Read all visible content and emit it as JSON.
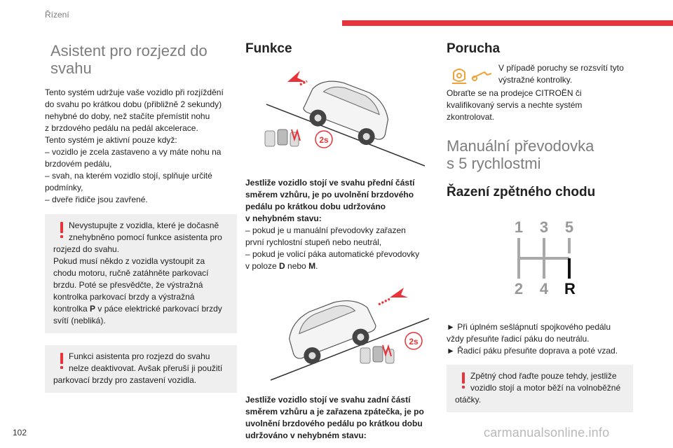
{
  "header": {
    "section": "Řízení",
    "page_number": "102"
  },
  "watermark": "carmanualsonline.info",
  "col1": {
    "title_lines": [
      "Asistent pro rozjezd do",
      "svahu"
    ],
    "intro_lines": [
      "Tento systém udržuje vaše vozidlo při rozjíždění",
      "do svahu po krátkou dobu (přibližně 2 sekundy)",
      "nehybné do doby, než stačíte přemístit nohu",
      "z brzdového pedálu na pedál akcelerace.",
      "Tento systém je aktivní pouze když:",
      "– vozidlo je zcela zastaveno a vy máte nohu na",
      "brzdovém pedálu,",
      "– svah, na kterém vozidlo stojí, splňuje určité",
      "podmínky,",
      "– dveře řidiče jsou zavřené."
    ],
    "warn1_lines": [
      "Nevystupujte z vozidla, které je dočasně",
      "znehybněno pomocí funkce asistenta pro",
      "rozjezd do svahu.",
      "Pokud musí někdo z vozidla vystoupit za",
      "chodu motoru, ručně zatáhněte parkovací",
      "brzdu. Poté se přesvědčte, že výstražná",
      "kontrolka parkovací brzdy a výstražná",
      "svítí (nebliká)."
    ],
    "warn1_line7": {
      "pre": "kontrolka ",
      "bold": "P",
      "post": " v páce elektrické parkovací brzdy"
    },
    "warn2_lines": [
      "Funkci asistenta pro rozjezd do svahu",
      "nelze deaktivovat. Avšak přeruší ji použití",
      "parkovací brzdy pro zastavení vozidla."
    ]
  },
  "col2": {
    "title": "Funkce",
    "badge": "2s",
    "bold1_lines": [
      "Jestliže vozidlo stojí ve svahu přední částí",
      "směrem vzhůru, je po uvolnění brzdového",
      "pedálu po krátkou dobu udržováno",
      "v nehybném stavu:"
    ],
    "list_lines": [
      "– pokud je u manuální převodovky zařazen",
      "první rychlostní stupeň nebo neutrál,",
      "– pokud je volicí páka automatické převodovky"
    ],
    "list_last": {
      "pre": "v poloze ",
      "b1": "D",
      "mid": " nebo ",
      "b2": "M",
      "post": "."
    },
    "bold2_lines": [
      "Jestliže vozidlo stojí ve svahu zadní částí",
      "směrem vzhůru a je zařazena zpátečka, je po",
      "uvolnění brzdového pedálu po krátkou dobu",
      "udržováno v nehybném stavu:"
    ]
  },
  "col3": {
    "title": "Porucha",
    "fault_lines": [
      "V případě poruchy se rozsvítí tyto",
      "výstražné kontrolky."
    ],
    "fault_more": [
      "Obraťte se na prodejce CITROËN či",
      "kvalifikovaný servis a nechte systém",
      "zkontrolovat."
    ],
    "title2_lines": [
      "Manuální převodovka",
      "s 5 rychlostmi"
    ],
    "title3": "Řazení zpětného chodu",
    "gears": {
      "g1": "1",
      "g3": "3",
      "g5": "5",
      "g2": "2",
      "g4": "4",
      "gR": "R"
    },
    "steps": [
      "► Při úplném sešlápnutí spojkového pedálu",
      "vždy přesuňte řadicí páku do neutrálu.",
      "► Řadicí páku přesuňte doprava a poté vzad."
    ],
    "warn_lines": [
      "Zpětný chod řaďte pouze tehdy, jestliže",
      "vozidlo stojí a motor běží na volnoběžné",
      "otáčky."
    ]
  },
  "colors": {
    "accent": "#e8333a",
    "heading_grey": "#7d7d7d",
    "box_bg": "#efefef",
    "icon_orange": "#f0a23a"
  }
}
